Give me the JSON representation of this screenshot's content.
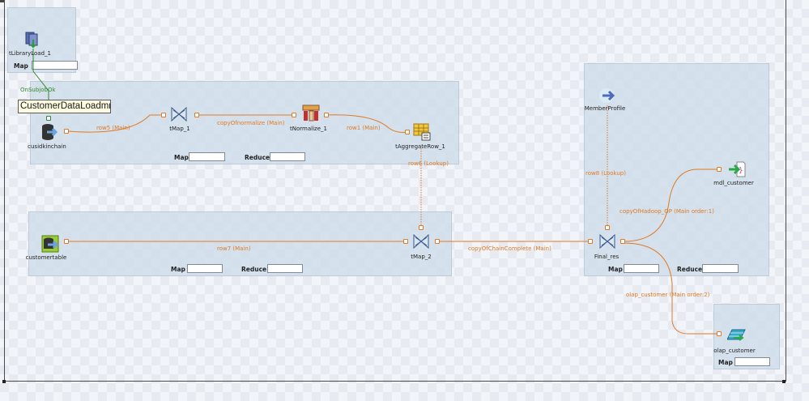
{
  "subjobs": {
    "top_left": {
      "map_label": "Map"
    },
    "main": {
      "map_label": "Map",
      "reduce_label": "Reduce"
    },
    "second": {
      "map_label": "Map",
      "reduce_label": "Reduce"
    },
    "right": {
      "map_label": "Map",
      "reduce_label": "Reduce"
    },
    "bottom_right": {
      "map_label": "Map"
    }
  },
  "components": {
    "library_load": "tLibraryLoad_1",
    "cusidkinchain": "cusidkinchain",
    "tmap_1": "tMap_1",
    "tnormalize_1": "tNormalize_1",
    "taggregaterow_1": "tAggregateRow_1",
    "customertable": "customertable",
    "tmap_2": "tMap_2",
    "member_profile": "MemberProfile",
    "final_res": "Final_res",
    "mdl_customer": "mdl_customer",
    "olap_customer": "olap_customer"
  },
  "connections": {
    "on_subjob_ok": "OnSubjobOk",
    "row5": "row5 (Main)",
    "copy_of_normalize": "copyOfnormalize (Main)",
    "row1": "row1 (Main)",
    "row6": "row6 (Lookup)",
    "row7": "row7 (Main)",
    "copy_of_chain_complete": "copyOfChainComplete (Main)",
    "row8": "row8 (Lookup)",
    "copy_of_hadoop": "copyOfHadoop_OP (Main order:1)",
    "olap_customer_link": "olap_customer (Main order:2)"
  },
  "tooltip": "CustomerDataLoadmr",
  "colors": {
    "connection": "#e07a26",
    "trigger": "#2f8a2f",
    "subjob": "#cddbe8"
  }
}
